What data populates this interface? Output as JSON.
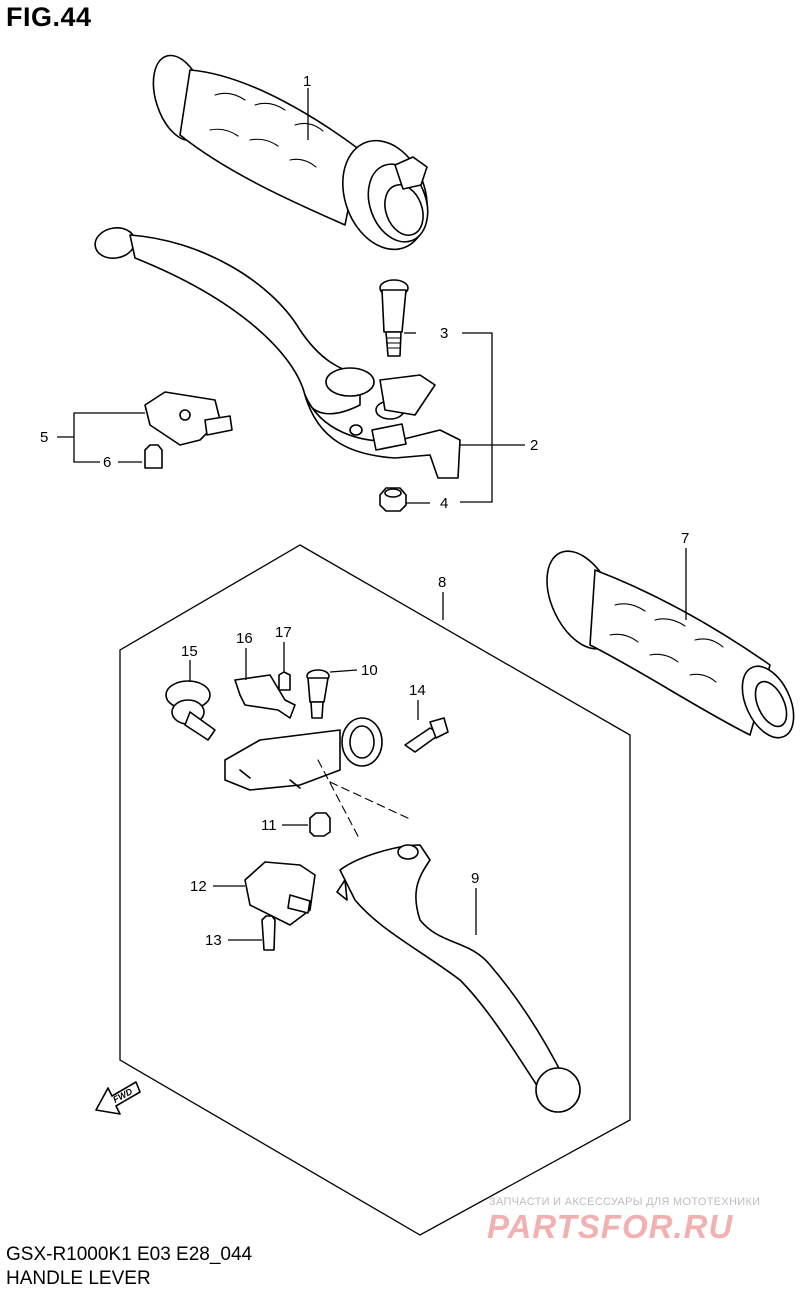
{
  "figure": {
    "title": "FIG.44",
    "model": "GSX-R1000K1 E03 E28_044",
    "subtitle": "HANDLE LEVER"
  },
  "callouts": [
    "1",
    "2",
    "3",
    "4",
    "5",
    "6",
    "7",
    "8",
    "9",
    "10",
    "11",
    "12",
    "13",
    "14",
    "15",
    "16",
    "17"
  ],
  "fwd_label": "FWD",
  "watermark": {
    "tagline": "ЗАПЧАСТИ И АКСЕССУАРЫ ДЛЯ МОТОТЕХНИКИ",
    "logo": "PARTSFOR.RU"
  }
}
